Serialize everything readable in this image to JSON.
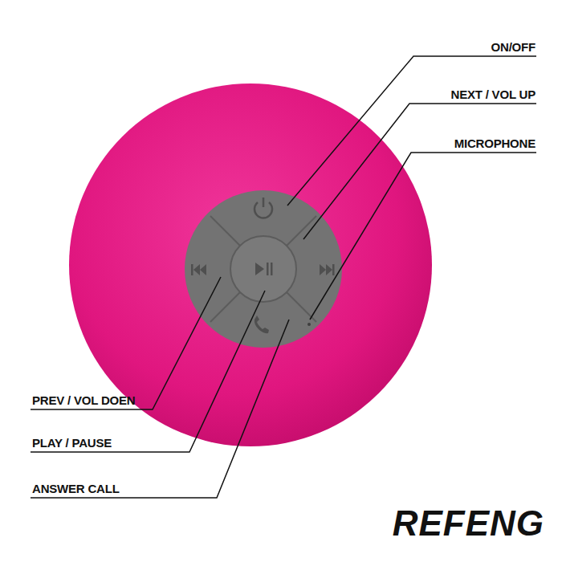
{
  "diagram": {
    "labels": [
      "ON/OFF",
      "NEXT / VOL UP",
      "MICROPHONE",
      "PREV / VOL DOEN",
      "PLAY / PAUSE",
      "ANSWER CALL",
      "REFENG"
    ]
  }
}
